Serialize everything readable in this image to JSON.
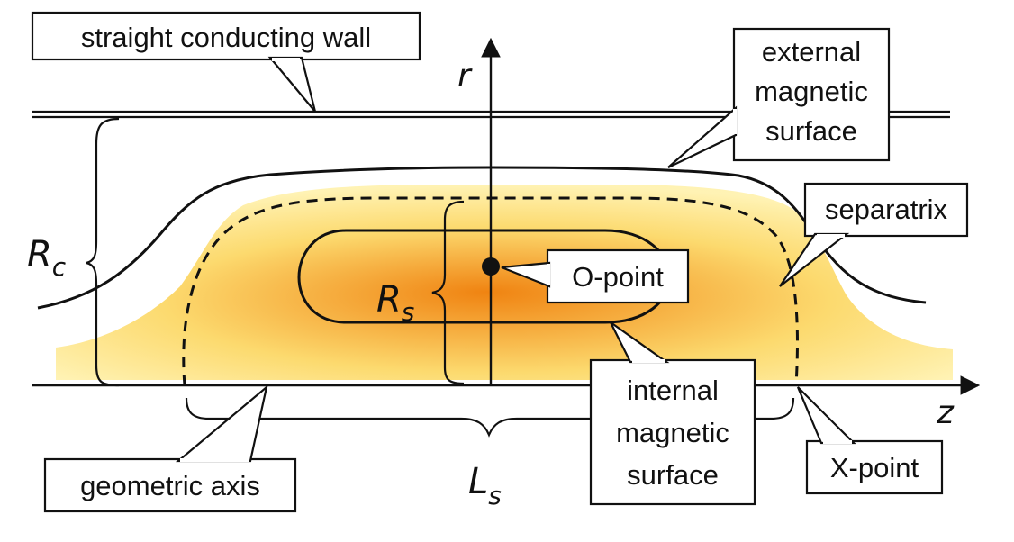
{
  "labels": {
    "wall": "straight conducting wall",
    "external": [
      "external",
      "magnetic",
      "surface"
    ],
    "separatrix": "separatrix",
    "o_point": "O-point",
    "internal": [
      "internal",
      "magnetic",
      "surface"
    ],
    "geometric_axis": "geometric axis",
    "x_point": "X-point"
  },
  "symbols": {
    "r_axis": "r",
    "z_axis": "z",
    "rc_main": "R",
    "rc_sub": "c",
    "rs_main": "R",
    "rs_sub": "s",
    "ls_main": "L",
    "ls_sub": "s"
  },
  "colors": {
    "plasma_core": "#f08a10",
    "plasma_mid": "#f7b53c",
    "plasma_edge": "#fde48a",
    "plasma_outer": "#fff3b8",
    "lines": "#111111"
  }
}
